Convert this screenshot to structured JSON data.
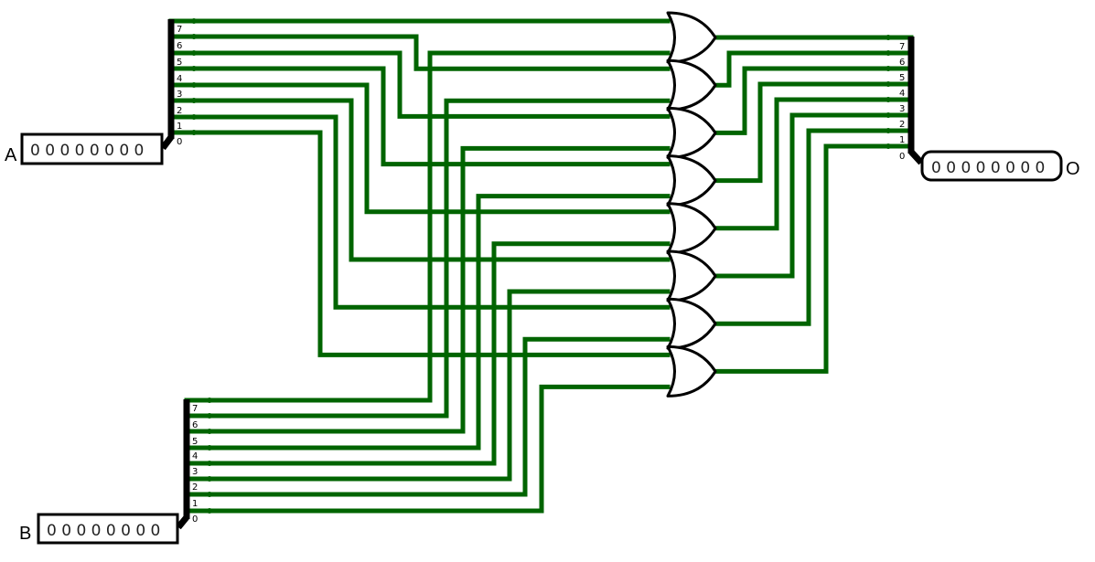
{
  "circuit": {
    "inputs": [
      {
        "label": "A",
        "value": "0 0 0 0 0 0 0 0"
      },
      {
        "label": "B",
        "value": "0 0 0 0 0 0 0 0"
      }
    ],
    "output": {
      "label": "O",
      "value": "0 0 0 0 0 0 0 0"
    },
    "bit_labels": [
      "7",
      "6",
      "5",
      "4",
      "3",
      "2",
      "1",
      "0"
    ],
    "gate_type": "or",
    "gate_count": 8,
    "colors": {
      "wire": "#006400",
      "bus": "#000000",
      "gate_stroke": "#000000"
    }
  }
}
